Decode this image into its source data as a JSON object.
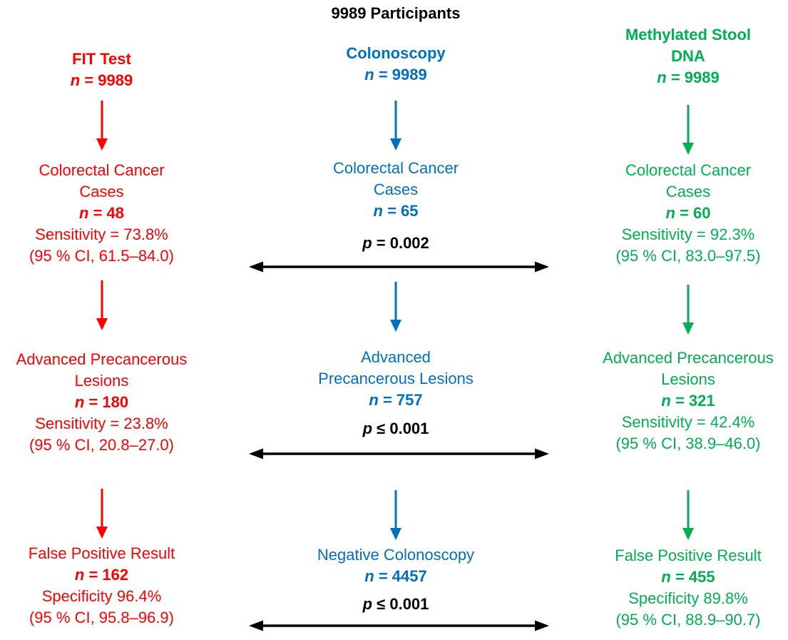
{
  "title": "9989 Participants",
  "comparisons": {
    "arrow_color": "#000000",
    "items": [
      {
        "prefix": "p",
        "value": " = 0.002"
      },
      {
        "prefix": "p",
        "value": " ≤ 0.001"
      },
      {
        "prefix": "p",
        "value": " ≤ 0.001"
      }
    ]
  },
  "columns": [
    {
      "id": "fit",
      "color": "#FF0000",
      "header_lines": [
        "FIT Test"
      ],
      "n_prefix": "n",
      "header_n": " = 9989",
      "boxes": [
        {
          "title_lines": [
            "Colorectal Cancer",
            "Cases"
          ],
          "n": " = 48",
          "stats": [
            "Sensitivity = 73.8%",
            "(95 % CI, 61.5–84.0)"
          ]
        },
        {
          "title_lines": [
            "Advanced Precancerous",
            "Lesions"
          ],
          "n": " = 180",
          "stats": [
            "Sensitivity = 23.8%",
            "(95 % CI, 20.8–27.0)"
          ]
        },
        {
          "title_lines": [
            "False Positive Result"
          ],
          "n": " = 162",
          "stats": [
            "Specificity 96.4%",
            "(95 % CI, 95.8–96.9)"
          ]
        }
      ]
    },
    {
      "id": "colonoscopy",
      "color": "#0070C0",
      "header_lines": [
        "Colonoscopy"
      ],
      "n_prefix": "n",
      "header_n": " = 9989",
      "boxes": [
        {
          "title_lines": [
            "Colorectal Cancer",
            "Cases"
          ],
          "n": " = 65",
          "stats": []
        },
        {
          "title_lines": [
            "Advanced",
            "Precancerous Lesions"
          ],
          "n": " = 757",
          "stats": []
        },
        {
          "title_lines": [
            "Negative Colonoscopy"
          ],
          "n": " = 4457",
          "stats": []
        }
      ]
    },
    {
      "id": "dna",
      "color": "#00B050",
      "header_lines": [
        "Methylated Stool",
        "DNA"
      ],
      "n_prefix": "n",
      "header_n": " = 9989",
      "boxes": [
        {
          "title_lines": [
            "Colorectal Cancer",
            "Cases"
          ],
          "n": " = 60",
          "stats": [
            "Sensitivity = 92.3%",
            "(95 % CI, 83.0–97.5)"
          ]
        },
        {
          "title_lines": [
            "Advanced Precancerous",
            "Lesions"
          ],
          "n": " = 321",
          "stats": [
            "Sensitivity = 42.4%",
            "(95 % CI, 38.9–46.0)"
          ]
        },
        {
          "title_lines": [
            "False Positive Result"
          ],
          "n": " = 455",
          "stats": [
            "Specificity 89.8%",
            "(95 % CI, 88.9–90.7)"
          ]
        }
      ]
    }
  ]
}
